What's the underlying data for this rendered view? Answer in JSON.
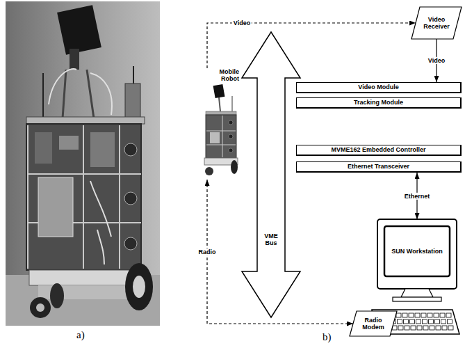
{
  "diagram": {
    "nodes": [
      {
        "text": [
          "Mobile Robot"
        ]
      },
      {
        "text": [
          "Video Receiver"
        ]
      },
      {
        "text": [
          "VME Bus"
        ]
      },
      {
        "text": [
          "Video Module"
        ]
      },
      {
        "text": [
          "Tracking Module"
        ]
      },
      {
        "text": [
          "MVME162 Embedded Controller"
        ]
      },
      {
        "text": [
          "Ethernet Transceiver"
        ]
      },
      {
        "text": [
          "SUN Workstation"
        ]
      },
      {
        "text": [
          "Radio Modem"
        ]
      }
    ],
    "edges": [
      {
        "from": 0,
        "to": 1,
        "arrow": "to",
        "label": "Video"
      },
      {
        "from": 1,
        "to": 3,
        "arrow": "to",
        "label": "Video"
      },
      {
        "from": 6,
        "to": 7,
        "arrow": "both",
        "label": "Ethernet"
      },
      {
        "from": 0,
        "to": 8,
        "arrow": "both",
        "label": "Radio"
      },
      {
        "from": 8,
        "to": 7,
        "arrow": "both"
      }
    ],
    "labels": [
      "a)",
      "b)"
    ]
  }
}
